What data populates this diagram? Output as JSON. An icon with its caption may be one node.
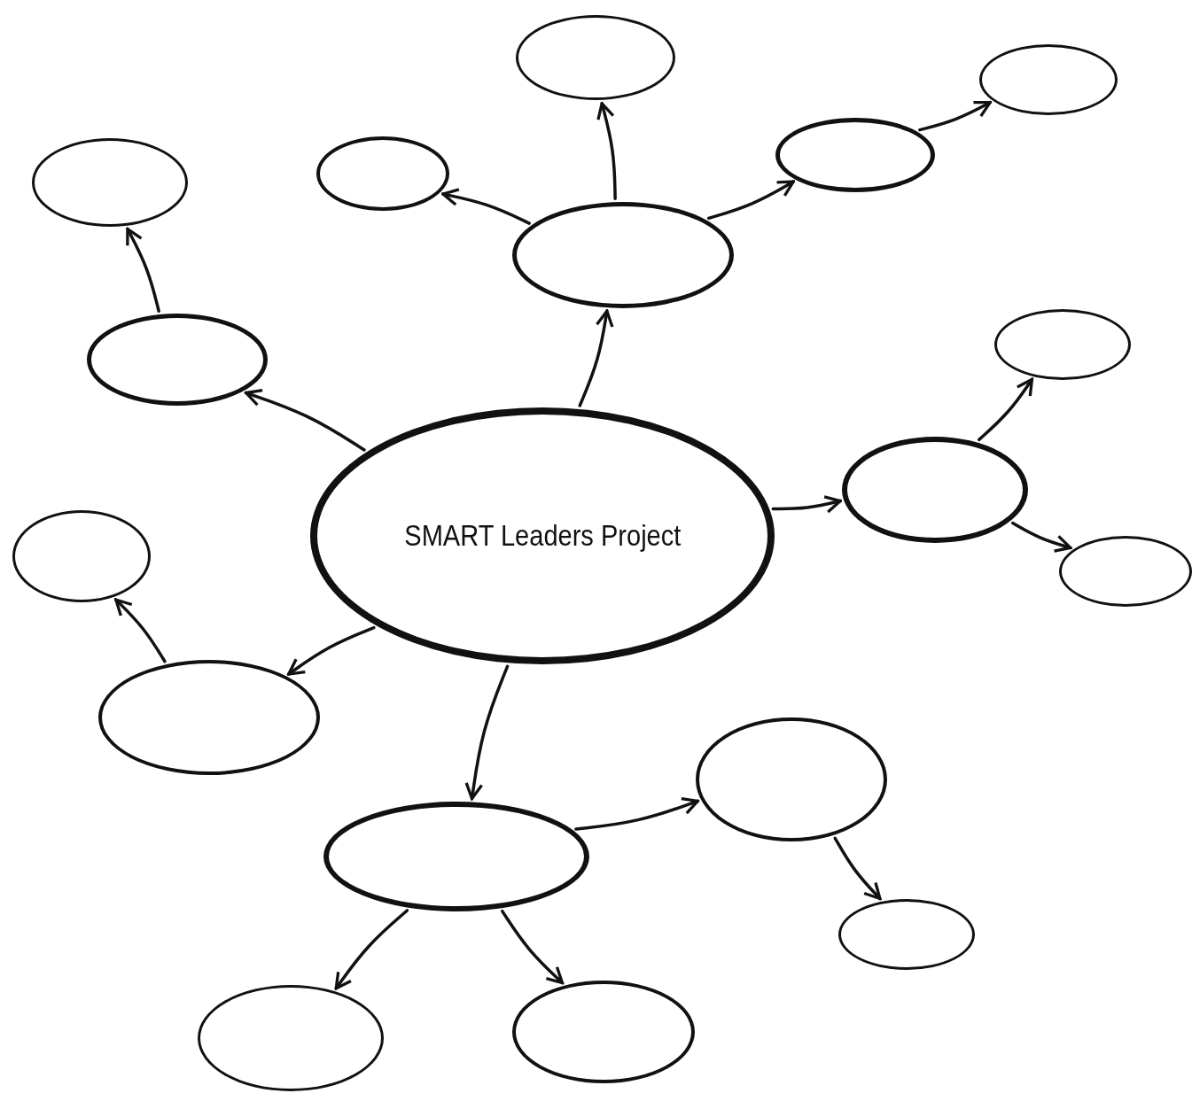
{
  "diagram": {
    "nodes": [
      {
        "text": [
          "SMART Leaders Project"
        ]
      },
      {
        "text": [],
        "shape": "ellipse"
      },
      {
        "text": [],
        "shape": "ellipse"
      },
      {
        "text": [],
        "shape": "ellipse"
      },
      {
        "text": [],
        "shape": "ellipse"
      },
      {
        "text": [],
        "shape": "ellipse"
      },
      {
        "text": [],
        "shape": "ellipse"
      },
      {
        "text": [],
        "shape": "ellipse"
      },
      {
        "text": [],
        "shape": "ellipse"
      },
      {
        "text": [],
        "shape": "ellipse"
      },
      {
        "text": [],
        "shape": "ellipse"
      },
      {
        "text": [],
        "shape": "ellipse"
      },
      {
        "text": [],
        "shape": "ellipse"
      },
      {
        "text": [],
        "shape": "ellipse"
      },
      {
        "text": [],
        "shape": "ellipse"
      },
      {
        "text": [],
        "shape": "ellipse"
      },
      {
        "text": [],
        "shape": "ellipse"
      },
      {
        "text": [],
        "shape": "ellipse"
      }
    ],
    "edges": [
      {
        "from": 0,
        "to": 1,
        "arrow": "to"
      },
      {
        "from": 1,
        "to": 2,
        "arrow": "to"
      },
      {
        "from": 1,
        "to": 3,
        "arrow": "to"
      },
      {
        "from": 1,
        "to": 4,
        "arrow": "to"
      },
      {
        "from": 4,
        "to": 5,
        "arrow": "to"
      },
      {
        "from": 0,
        "to": 6,
        "arrow": "to"
      },
      {
        "from": 6,
        "to": 7,
        "arrow": "to"
      },
      {
        "from": 0,
        "to": 9,
        "arrow": "to"
      },
      {
        "from": 9,
        "to": 8,
        "arrow": "to"
      },
      {
        "from": 0,
        "to": 10,
        "arrow": "to"
      },
      {
        "from": 10,
        "to": 11,
        "arrow": "to"
      },
      {
        "from": 10,
        "to": 12,
        "arrow": "to"
      },
      {
        "from": 0,
        "to": 13,
        "arrow": "to"
      },
      {
        "from": 13,
        "to": 14,
        "arrow": "to"
      },
      {
        "from": 14,
        "to": 15,
        "arrow": "to"
      },
      {
        "from": 13,
        "to": 16,
        "arrow": "to"
      },
      {
        "from": 13,
        "to": 17,
        "arrow": "to"
      }
    ]
  }
}
